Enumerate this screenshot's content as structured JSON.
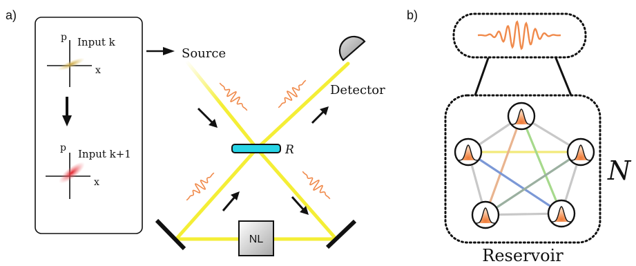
{
  "panel_a": {
    "tag": "a)",
    "inset": {
      "top_axis_p": "p",
      "top_axis_x": "x",
      "top_label": "Input k",
      "bottom_axis_p": "p",
      "bottom_axis_x": "x",
      "bottom_label": "Input k+1"
    },
    "source_label": "Source",
    "detector_label": "Detector",
    "mirror_label": "R",
    "nl_label": "NL",
    "colors": {
      "beam": "#f4ee36",
      "pulse": "#f08a4b",
      "beamsplitter": "#27d4e6",
      "blob_top": "#d4b04a",
      "blob_bottom": "#e8333b"
    }
  },
  "panel_b": {
    "tag": "b)",
    "reservoir_label": "Reservoir",
    "side_label": "N",
    "colors": {
      "edge_gray": "#c8c8c8",
      "edge_yellow": "#f2ea7a",
      "edge_green": "#a6d98c",
      "edge_blue": "#7b98d6",
      "edge_orange": "#e9b48f",
      "node_fill": "#f39a5e"
    }
  }
}
